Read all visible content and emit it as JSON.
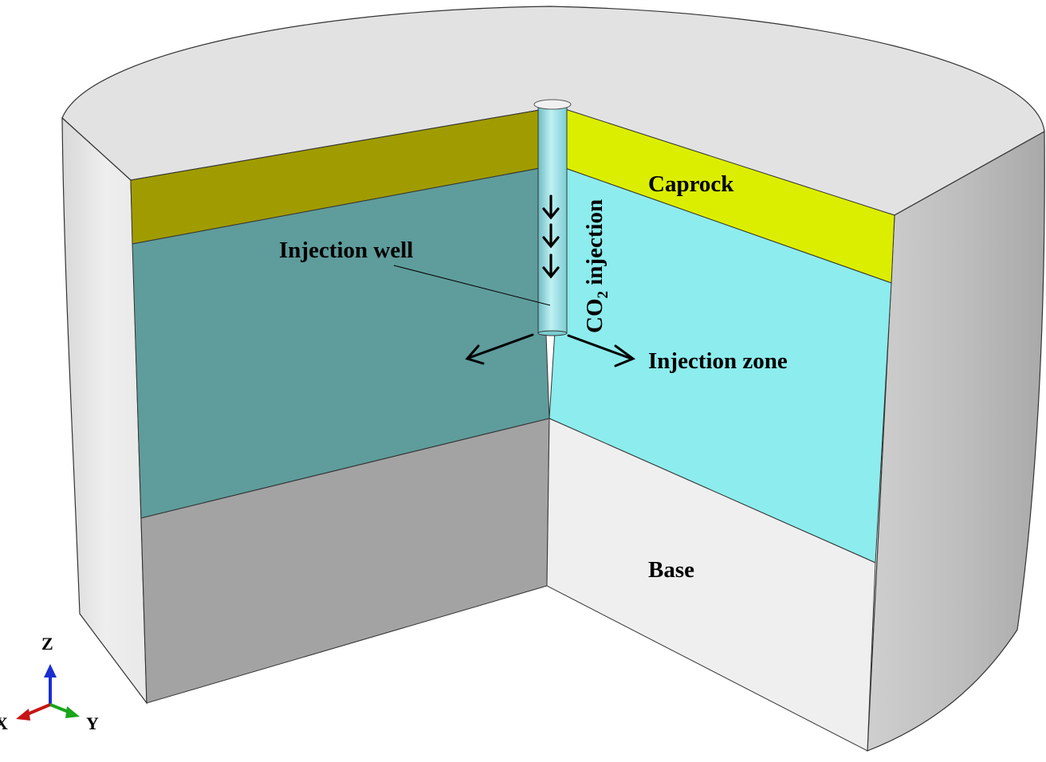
{
  "labels": {
    "caprock": "Caprock",
    "injection_well": "Injection well",
    "co2_injection_prefix": "CO",
    "co2_injection_sub": "2",
    "co2_injection_suffix": " injection",
    "injection_zone": "Injection zone",
    "base": "Base"
  },
  "axes_triad": {
    "z": "Z",
    "x": "X",
    "y": "Y"
  },
  "colors": {
    "caprock_front": "#a09c00",
    "caprock_side": "#dcee00",
    "injection_front": "#5f9c9c",
    "injection_side": "#8deced",
    "base_front": "#a3a3a3",
    "base_side": "#efefef",
    "shell": "#e6e6e6",
    "top": "#e2e2e2",
    "well": "#8fd8dc"
  }
}
